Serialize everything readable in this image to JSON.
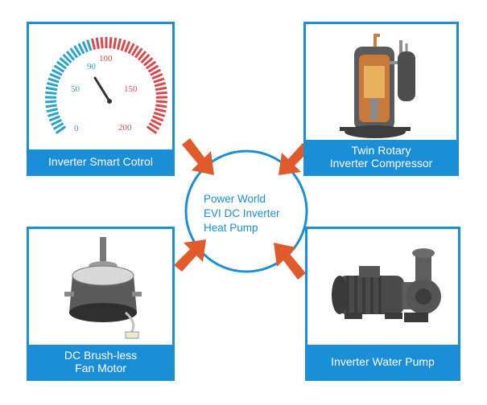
{
  "center": {
    "lines": [
      "Power World",
      "EVI DC Inverter",
      "Heat Pump"
    ]
  },
  "cards": {
    "smart_control": {
      "label_lines": [
        "Inverter Smart Cotrol"
      ],
      "gauge_ticks": [
        "0",
        "50",
        "90",
        "100",
        "150",
        "200"
      ]
    },
    "compressor": {
      "label_lines": [
        "Twin Rotary",
        "Inverter Compressor"
      ]
    },
    "fan_motor": {
      "label_lines": [
        "DC Brush-less",
        "Fan Motor"
      ]
    },
    "water_pump": {
      "label_lines": [
        "Inverter Water Pump"
      ]
    }
  },
  "colors": {
    "accent": "#1a8fd8",
    "arrow": "#e05a2b",
    "gauge_low": "#2aa3c9",
    "gauge_high": "#d9484c"
  }
}
